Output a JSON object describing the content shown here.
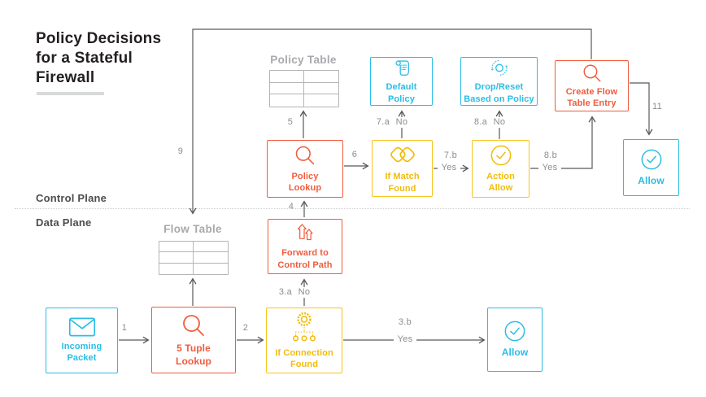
{
  "title": "Policy Decisions\nfor a Stateful\nFirewall",
  "planes": {
    "control": "Control Plane",
    "data": "Data Plane"
  },
  "tables": {
    "policy": {
      "label": "Policy Table",
      "rows": 3,
      "cols": 2
    },
    "flow": {
      "label": "Flow Table",
      "rows": 3,
      "cols": 2
    }
  },
  "nodes": {
    "incoming_packet": {
      "label": "Incoming\nPacket",
      "icon": "envelope-icon",
      "color": "#2bbde5"
    },
    "five_tuple_lookup": {
      "label": "5 Tuple\nLookup",
      "icon": "magnifier-icon",
      "color": "#f05b3d"
    },
    "if_connection_found": {
      "label": "If Connection\nFound",
      "icon": "gear-network-icon",
      "color": "#f7c41d"
    },
    "allow_data_plane": {
      "label": "Allow",
      "icon": "check-circle-icon",
      "color": "#2bbde5"
    },
    "forward_to_control_path": {
      "label": "Forward to\nControl Path",
      "icon": "up-arrows-icon",
      "color": "#f05b3d"
    },
    "policy_lookup": {
      "label": "Policy\nLookup",
      "icon": "magnifier-icon",
      "color": "#f05b3d"
    },
    "if_match_found": {
      "label": "If Match\nFound",
      "icon": "overlap-diamonds-icon",
      "color": "#f7c41d"
    },
    "action_allow": {
      "label": "Action\nAllow",
      "icon": "check-circle-icon",
      "color": "#f7c41d"
    },
    "default_policy": {
      "label": "Default\nPolicy",
      "icon": "policy-scroll-icon",
      "color": "#2bbde5"
    },
    "drop_reset": {
      "label": "Drop/Reset\nBased on Policy",
      "icon": "sync-dotted-icon",
      "color": "#2bbde5"
    },
    "create_flow_table_entry": {
      "label": "Create Flow\nTable Entry",
      "icon": "magnifier-icon",
      "color": "#f05b3d"
    },
    "allow_control_plane": {
      "label": "Allow",
      "icon": "check-circle-icon",
      "color": "#2bbde5"
    }
  },
  "edges": {
    "e1": "1",
    "e2": "2",
    "e3a": "3.a",
    "e3a_answer": "No",
    "e3b": "3.b",
    "e3b_answer": "Yes",
    "e4": "4",
    "e5": "5",
    "e6": "6",
    "e7a": "7.a",
    "e7a_answer": "No",
    "e7b": "7.b",
    "e7b_answer": "Yes",
    "e8a": "8.a",
    "e8a_answer": "No",
    "e8b": "8.b",
    "e8b_answer": "Yes",
    "e9": "9",
    "e11": "11"
  },
  "colors": {
    "cyan": "#2bbde5",
    "red": "#f05b3d",
    "yellow": "#f7c41d",
    "arrow": "#58595b",
    "edge_label": "#8a8c8e",
    "table_gray": "#b3b5b7",
    "title": "#231f20",
    "plane_label": "#4d4d4f"
  }
}
